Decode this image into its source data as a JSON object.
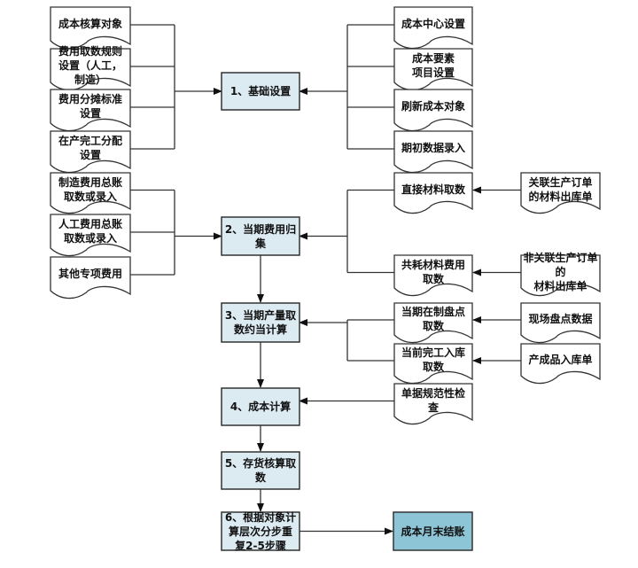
{
  "diagram": {
    "steps": [
      {
        "id": "s1",
        "label": "1、基础设置"
      },
      {
        "id": "s2",
        "label": "2、当期费用归\n集"
      },
      {
        "id": "s3",
        "label": "3、当期产量取\n数约当计算"
      },
      {
        "id": "s4",
        "label": "4、成本计算"
      },
      {
        "id": "s5",
        "label": "5、存货核算取\n数"
      },
      {
        "id": "s6",
        "label": "6、根据对象计\n算层次分步重\n复2-5步骤"
      }
    ],
    "final": {
      "id": "f1",
      "label": "成本月末结账"
    },
    "left_docs": [
      {
        "id": "l1",
        "label": "成本核算对象",
        "target": "s1"
      },
      {
        "id": "l2",
        "label": "费用取数规则\n设置（人工，\n制造）",
        "target": "s1"
      },
      {
        "id": "l3",
        "label": "费用分摊标准\n设置",
        "target": "s1"
      },
      {
        "id": "l4",
        "label": "在产完工分配\n设置",
        "target": "s1"
      },
      {
        "id": "l5",
        "label": "制造费用总账\n取数或录入",
        "target": "s2"
      },
      {
        "id": "l6",
        "label": "人工费用总账\n取数或录入",
        "target": "s2"
      },
      {
        "id": "l7",
        "label": "其他专项费用",
        "target": "s2"
      }
    ],
    "right_docs": [
      {
        "id": "r1",
        "label": "成本中心设置",
        "target": "s1"
      },
      {
        "id": "r2",
        "label": "成本要素\n项目设置",
        "target": "s1"
      },
      {
        "id": "r3",
        "label": "刷新成本对象",
        "target": "s1"
      },
      {
        "id": "r4",
        "label": "期初数据录入",
        "target": "s1"
      },
      {
        "id": "r5",
        "label": "直接材料取数",
        "target": "s2"
      },
      {
        "id": "r6",
        "label": "共耗材料费用\n取数",
        "target": "s2"
      },
      {
        "id": "r7",
        "label": "当期在制盘点\n取数",
        "target": "s3"
      },
      {
        "id": "r8",
        "label": "当前完工入库\n取数",
        "target": "s3"
      },
      {
        "id": "r9",
        "label": "单据规范性检\n查",
        "target": "s4"
      }
    ],
    "source_docs": [
      {
        "id": "x1",
        "label": "关联生产订单\n的材料出库单",
        "target": "r5"
      },
      {
        "id": "x2",
        "label": "非关联生产订单的\n材料出库单",
        "target": "r6"
      },
      {
        "id": "x3",
        "label": "现场盘点数据",
        "target": "r7"
      },
      {
        "id": "x4",
        "label": "产成品入库单",
        "target": "r8"
      }
    ],
    "colors": {
      "step_fill": "#dceaf2",
      "final_fill": "#8ec5d6",
      "doc_fill": "#ffffff",
      "stroke": "#333333"
    }
  }
}
